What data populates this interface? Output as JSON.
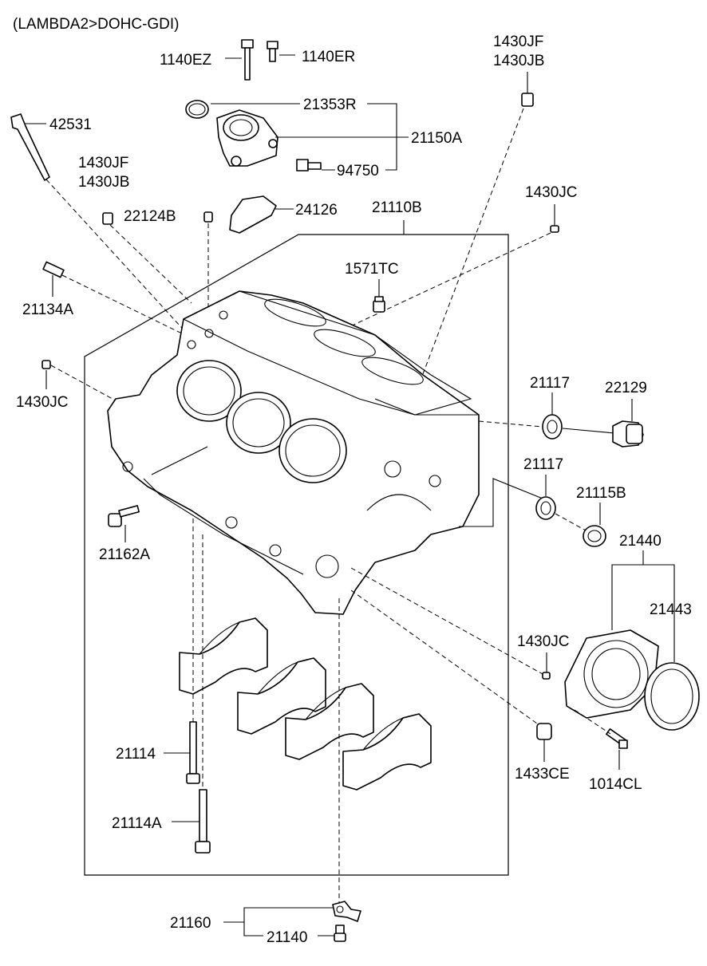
{
  "header": {
    "title": "(LAMBDA2>DOHC-GDI)"
  },
  "labels": {
    "p1140EZ": "1140EZ",
    "p1140ER": "1140ER",
    "p1430JF_top": "1430JF",
    "p1430JB_top": "1430JB",
    "p21353R": "21353R",
    "p42531": "42531",
    "p21150A": "21150A",
    "p94750": "94750",
    "p1430JF_left": "1430JF",
    "p1430JB_left": "1430JB",
    "p1430JC_topright": "1430JC",
    "p22124B": "22124B",
    "p24126": "24126",
    "p21110B": "21110B",
    "p1571TC": "1571TC",
    "p21134A": "21134A",
    "p1430JC_left": "1430JC",
    "p21117_a": "21117",
    "p22129": "22129",
    "p21117_b": "21117",
    "p21115B": "21115B",
    "p21440": "21440",
    "p21162A": "21162A",
    "p21443": "21443",
    "p1430JC_right": "1430JC",
    "p21114": "21114",
    "p1433CE": "1433CE",
    "p1014CL": "1014CL",
    "p21114A": "21114A",
    "p21160": "21160",
    "p21140": "21140"
  }
}
